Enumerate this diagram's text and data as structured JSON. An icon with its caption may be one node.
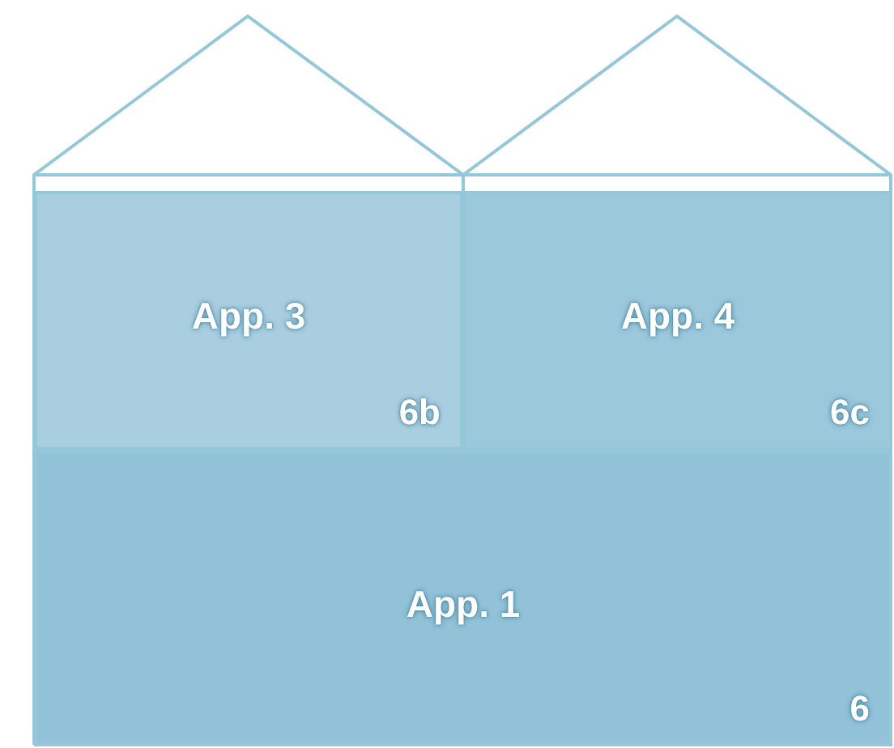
{
  "diagram": {
    "nodes": [
      {
        "text": [
          "App. 3",
          "6b"
        ]
      },
      {
        "text": [
          "App. 4",
          "6c"
        ]
      },
      {
        "text": [
          "App. 1",
          "6"
        ]
      }
    ]
  }
}
